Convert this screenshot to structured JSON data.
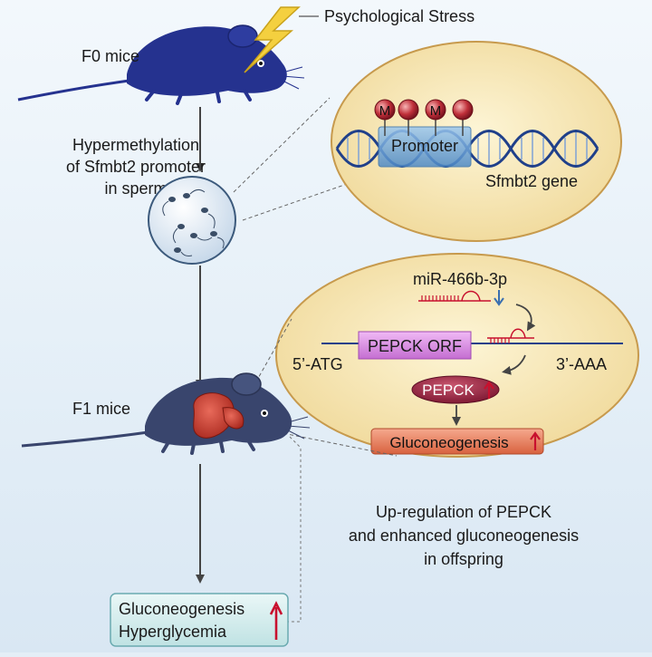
{
  "stress": {
    "label": "Psychological Stress"
  },
  "f0": {
    "label": "F0 mice"
  },
  "sperm": {
    "line1": "Hypermethylation",
    "line2": "of Sfmbt2 promoter",
    "line3": "in sperm"
  },
  "methylation_panel": {
    "marks": [
      "M",
      "",
      "M",
      ""
    ],
    "promoter_label": "Promoter",
    "gene_label": "Sfmbt2 gene"
  },
  "mirna_panel": {
    "mirna_label": "miR-466b-3p",
    "orf_label": "PEPCK ORF",
    "five_prime": "5’-ATG",
    "three_prime": "3’-AAA",
    "pepck_label": "PEPCK",
    "gluco_label": "Gluconeogenesis"
  },
  "f1": {
    "label": "F1 mice"
  },
  "summary": {
    "line1": "Up-regulation of PEPCK",
    "line2": "and enhanced gluconeogenesis",
    "line3": "in offspring"
  },
  "outcome": {
    "line1": "Gluconeogenesis",
    "line2": "Hyperglycemia"
  },
  "colors": {
    "mouse": "#25328f",
    "mouse_f1": "#39456d",
    "panel": "#f6e7b2",
    "panel_stroke": "#c79a4d",
    "dna": "#20408a",
    "promoter": "#6fa9dc",
    "orf": "#d98ee3",
    "pepck": "#9b2040",
    "gluco": "#e47b5c",
    "up_arrow": "#c8102e",
    "down_arrow": "#3a6fb0"
  }
}
